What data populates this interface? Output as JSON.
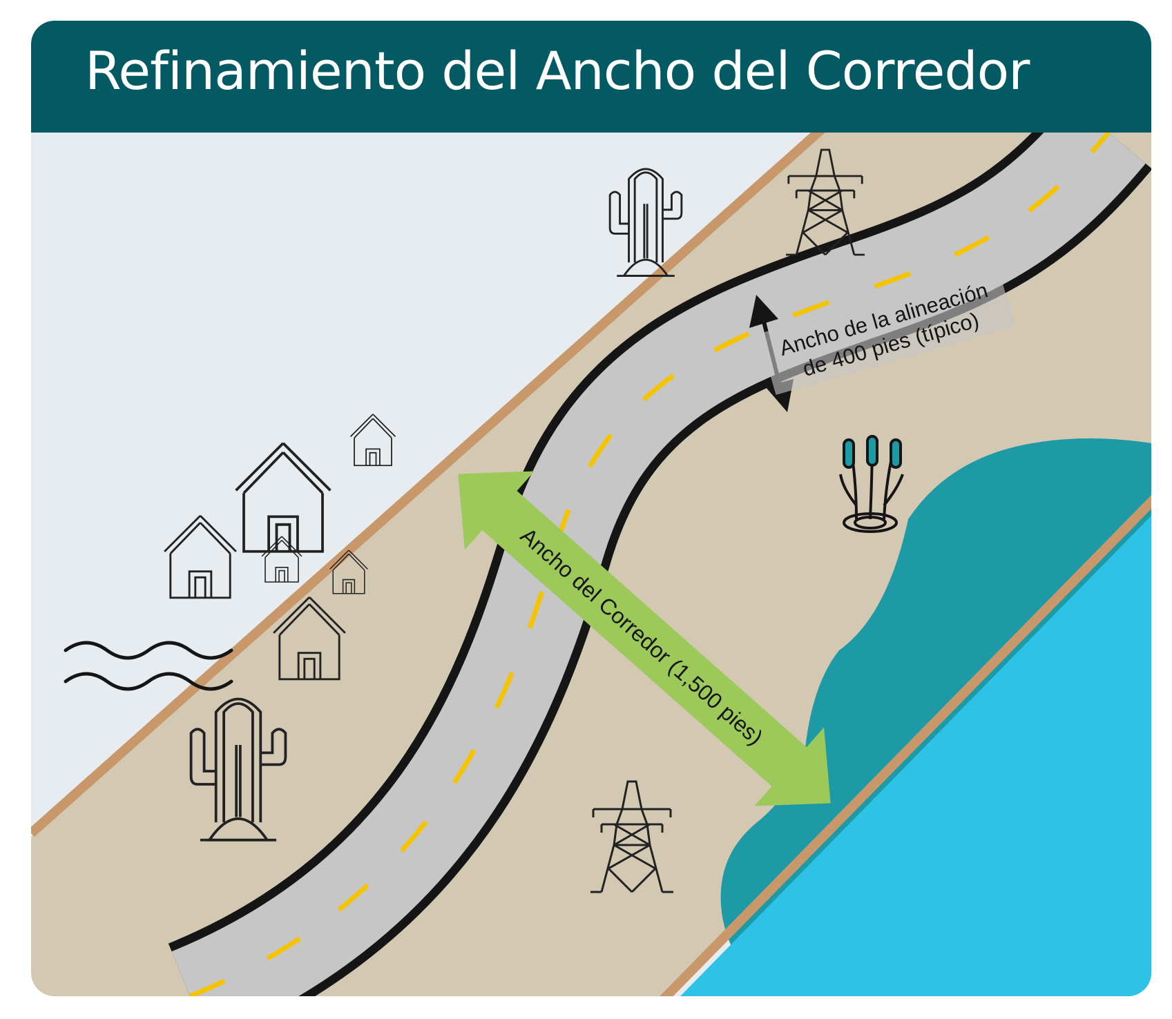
{
  "title": "Refinamiento del Ancho del Corredor",
  "alignment_width_label": {
    "line1": "Ancho de la alineación",
    "line2": "de 400 pies (típico)"
  },
  "corridor_width_label": "Ancho del Corredor (1,500 pies)",
  "icons": [
    "house-icon",
    "cactus-icon",
    "transmission-tower-icon",
    "cattail-wetland-icon",
    "floodplain-waves-icon"
  ],
  "colors": {
    "header": "#045a62",
    "sky": "#e6ecef",
    "corridor_land": "#d3c8b2",
    "corridor_edge": "#c9986a",
    "road": "#c6c6c6",
    "road_edge": "#151515",
    "lane_stripe": "#f5c400",
    "corridor_arrow": "#9cc95a",
    "wetland": "#1e9aa6",
    "river": "#2ec2e6"
  }
}
